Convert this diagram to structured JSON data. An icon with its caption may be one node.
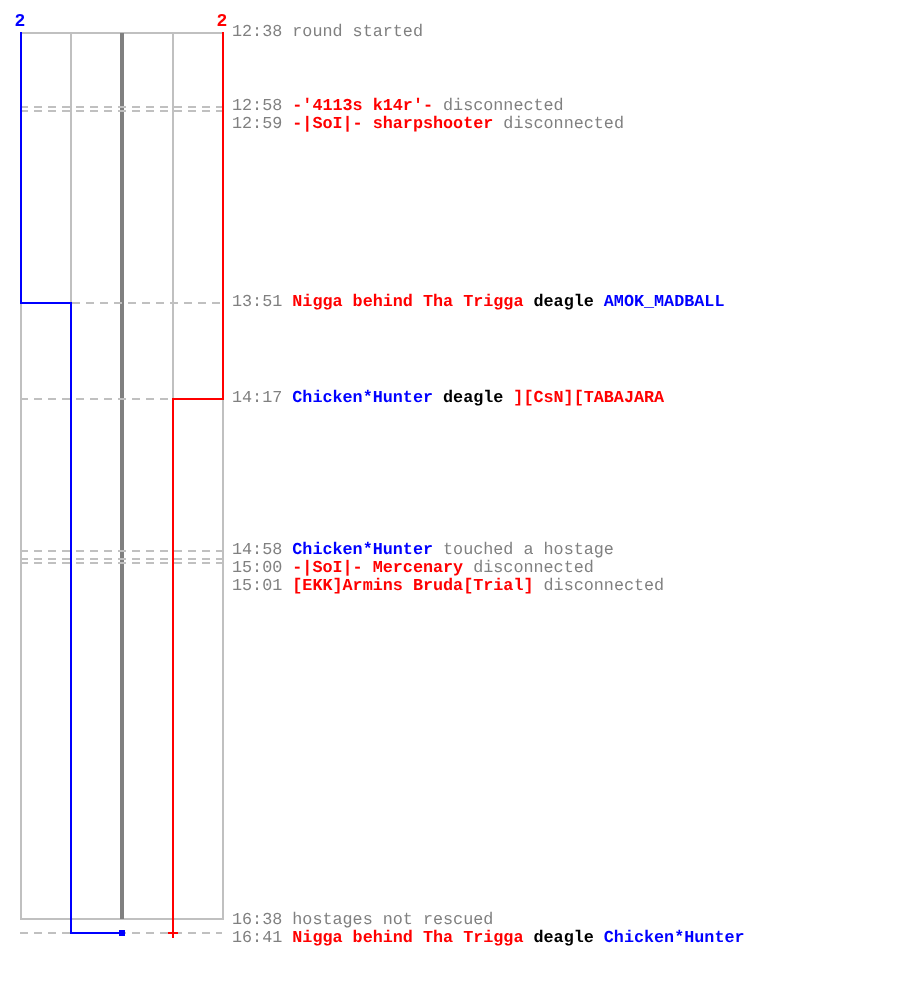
{
  "diagram": {
    "labels": [
      "2",
      "2",
      "12:38",
      "round started",
      "12:58",
      "-'4113s k14r'-",
      "disconnected",
      "12:59",
      "-|SoI|- sharpshooter",
      "disconnected",
      "13:51",
      "Nigga behind Tha Trigga",
      "deagle",
      "AMOK_MADBALL",
      "14:17",
      "Chicken*Hunter",
      "deagle",
      "][CsN][TABAJARA",
      "14:58",
      "Chicken*Hunter",
      "touched a hostage",
      "15:00",
      "-|SoI|- Mercenary",
      "disconnected",
      "15:01",
      "[EKK]Armins Bruda[Trial]",
      "disconnected",
      "16:38",
      "hostages not rescued",
      "16:41",
      "Nigga behind Tha Trigga",
      "deagle",
      "Chicken*Hunter"
    ]
  }
}
